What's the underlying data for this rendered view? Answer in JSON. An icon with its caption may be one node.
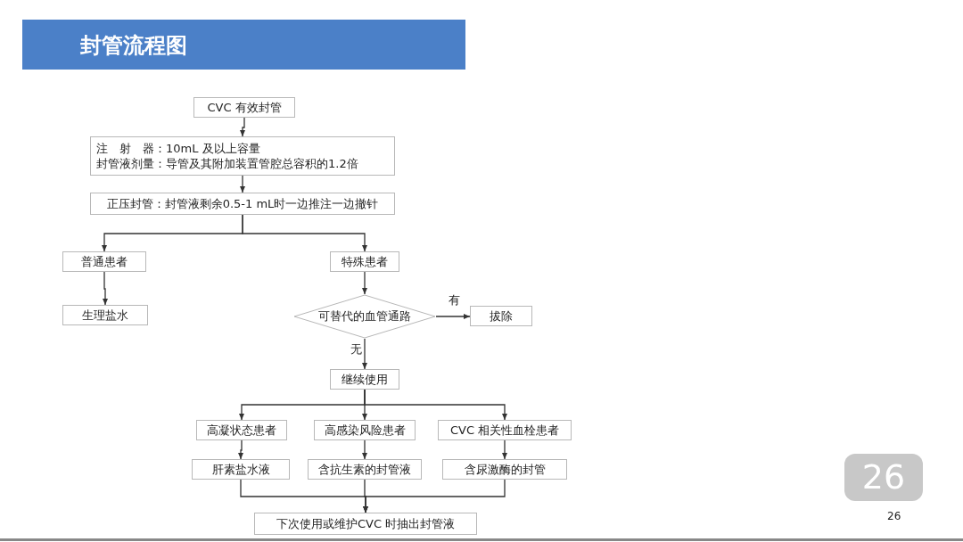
{
  "diagram": {
    "title": "封管流程图",
    "nodes": [
      {
        "text": [
          "CVC 有效封管"
        ]
      },
      {
        "text": [
          "注　射　器：10mL 及以上容量",
          "封管液剂量：导管及其附加装置管腔总容积的1.2倍"
        ]
      },
      {
        "text": [
          "正压封管：封管液剩余0.5-1 mL时一边推注一边撤针"
        ]
      },
      {
        "text": [
          "普通患者"
        ]
      },
      {
        "text": [
          "特殊患者"
        ]
      },
      {
        "text": [
          "生理盐水"
        ]
      },
      {
        "text": [
          "可替代的血管通路"
        ]
      },
      {
        "text": [
          "拔除"
        ]
      },
      {
        "text": [
          "继续使用"
        ]
      },
      {
        "text": [
          "高凝状态患者"
        ]
      },
      {
        "text": [
          "高感染风险患者"
        ]
      },
      {
        "text": [
          "CVC 相关性血栓患者"
        ]
      },
      {
        "text": [
          "肝素盐水液"
        ]
      },
      {
        "text": [
          "含抗生素的封管液"
        ]
      },
      {
        "text": [
          "含尿激酶的封管"
        ]
      },
      {
        "text": [
          "下次使用或维护CVC 时抽出封管液"
        ]
      }
    ],
    "edges": [
      {
        "from": 0,
        "to": 1,
        "arrow": "to"
      },
      {
        "from": 1,
        "to": 2,
        "arrow": "to"
      },
      {
        "from": 2,
        "to": 3,
        "arrow": "to"
      },
      {
        "from": 2,
        "to": 4,
        "arrow": "to"
      },
      {
        "from": 3,
        "to": 5,
        "arrow": "to"
      },
      {
        "from": 4,
        "to": 6,
        "arrow": "to"
      },
      {
        "from": 6,
        "to": 7,
        "arrow": "to",
        "label": "有"
      },
      {
        "from": 6,
        "to": 8,
        "arrow": "to",
        "label": "无"
      },
      {
        "from": 8,
        "to": 9,
        "arrow": "to"
      },
      {
        "from": 8,
        "to": 10,
        "arrow": "to"
      },
      {
        "from": 8,
        "to": 11,
        "arrow": "to"
      },
      {
        "from": 9,
        "to": 12,
        "arrow": "to"
      },
      {
        "from": 10,
        "to": 13,
        "arrow": "to"
      },
      {
        "from": 11,
        "to": 14,
        "arrow": "to"
      },
      {
        "from": 12,
        "to": 15,
        "arrow": "to"
      },
      {
        "from": 13,
        "to": 15,
        "arrow": "to"
      },
      {
        "from": 14,
        "to": 15,
        "arrow": "to"
      }
    ],
    "labels": [
      "26",
      "26"
    ]
  }
}
